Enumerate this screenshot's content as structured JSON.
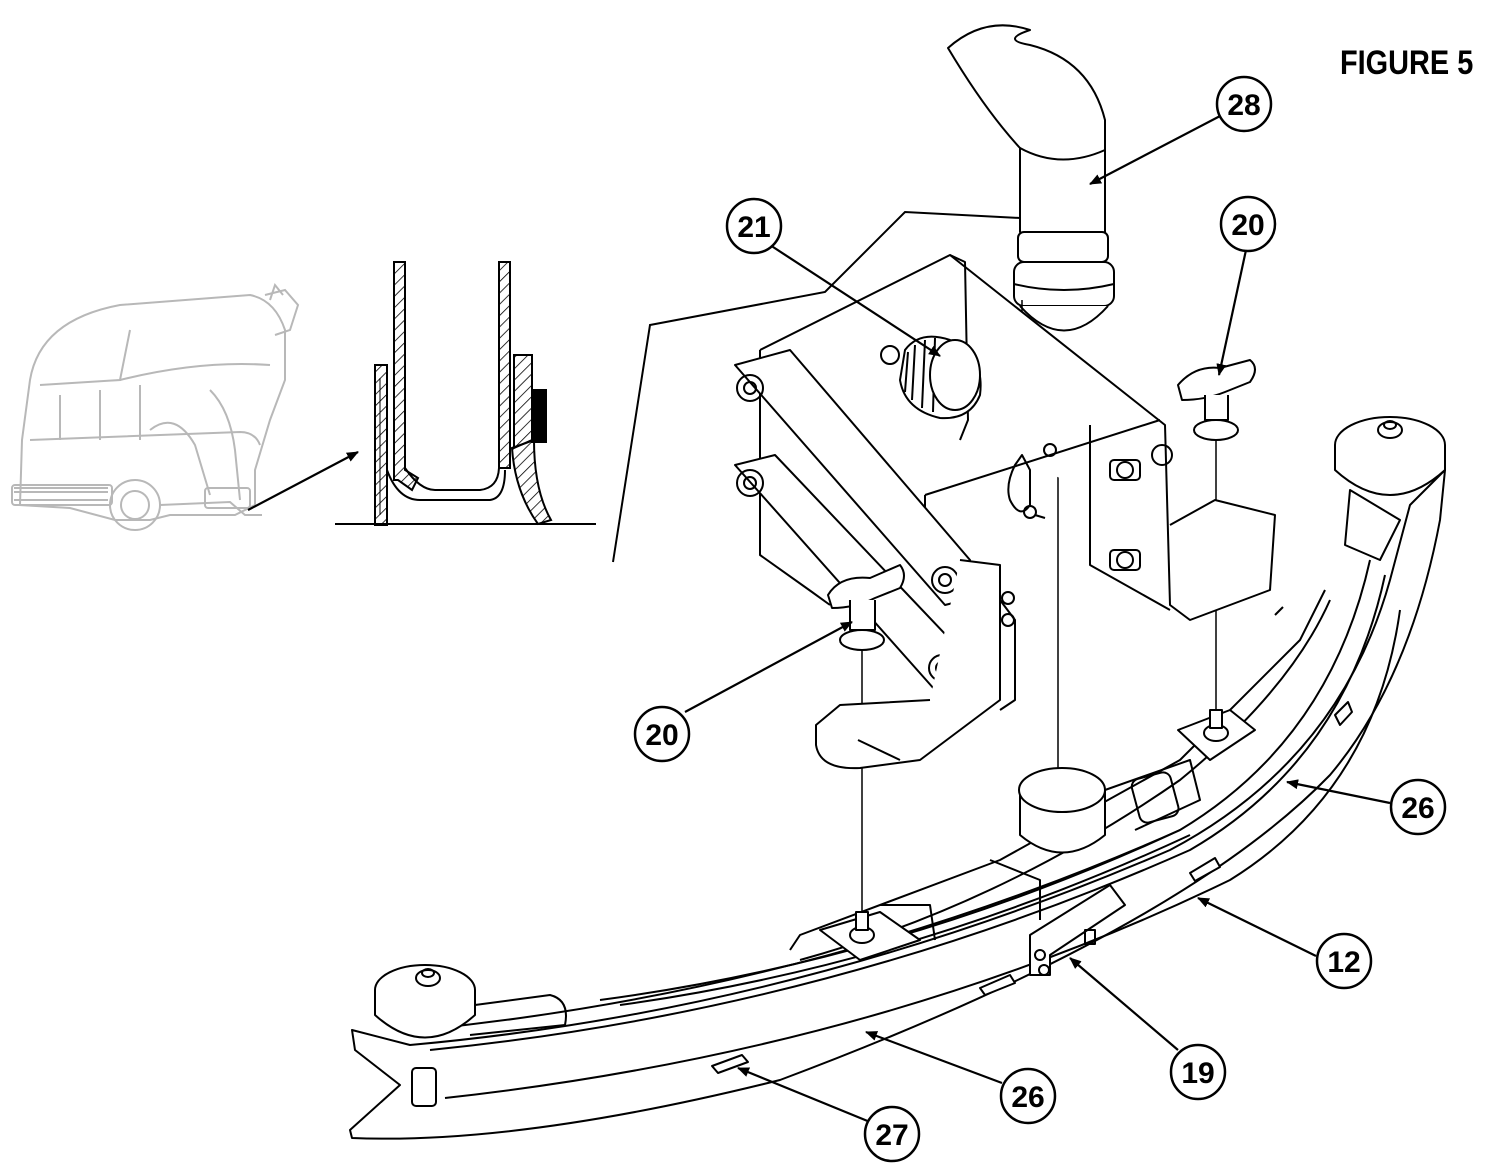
{
  "figure_title": "FIGURE 5",
  "callouts": {
    "c28": "28",
    "c21": "21",
    "c20a": "20",
    "c20b": "20",
    "c26a": "26",
    "c26b": "26",
    "c12": "12",
    "c19": "19",
    "c27": "27"
  },
  "colors": {
    "line": "#000000",
    "ghost": "#b8b8b8",
    "background": "#ffffff"
  }
}
